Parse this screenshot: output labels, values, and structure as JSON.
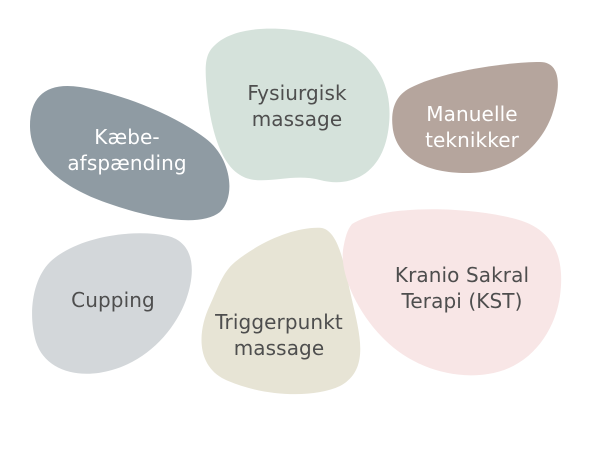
{
  "blobs": [
    {
      "key": "kaebe",
      "label": "Kæbe-\nafspænding",
      "color": "#8f9ba3",
      "text_color": "#ffffff"
    },
    {
      "key": "fysiurgisk",
      "label": "Fysiurgisk\nmassage",
      "color": "#d5e2db",
      "text_color": "#4e4e4e"
    },
    {
      "key": "manuelle",
      "label": "Manuelle\nteknikker",
      "color": "#b5a59d",
      "text_color": "#ffffff"
    },
    {
      "key": "cupping",
      "label": "Cupping",
      "color": "#d3d7da",
      "text_color": "#4e4e4e"
    },
    {
      "key": "trigger",
      "label": "Triggerpunkt\nmassage",
      "color": "#e7e4d5",
      "text_color": "#4e4e4e"
    },
    {
      "key": "kranio",
      "label": "Kranio Sakral\nTerapi (KST)",
      "color": "#f8e6e6",
      "text_color": "#4e4e4e"
    }
  ]
}
